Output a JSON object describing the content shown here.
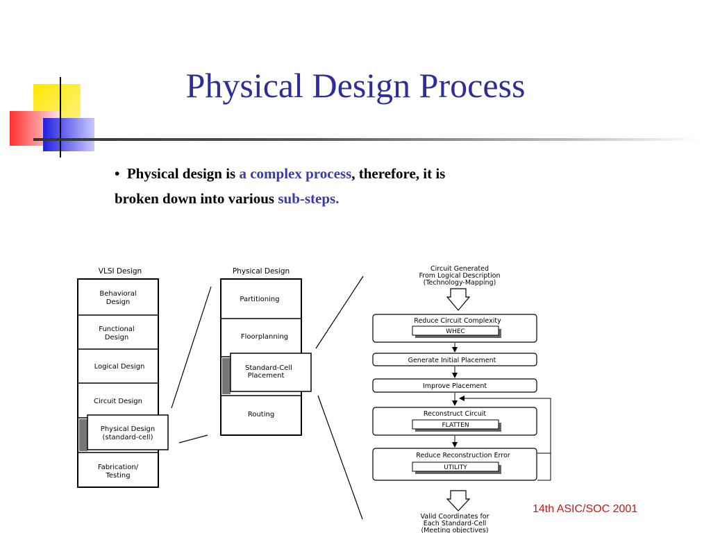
{
  "slide": {
    "title": "Physical Design Process",
    "bullet": {
      "marker": "•",
      "part1": "Physical design is ",
      "part2": "a complex process",
      "part3": ", therefore, it is",
      "part4": "broken down into various ",
      "part5": "sub-steps."
    },
    "footer": "14th ASIC/SOC 2001"
  },
  "diagram": {
    "vlsi": {
      "header": "VLSI Design",
      "steps": [
        [
          "Behavioral",
          "Design"
        ],
        [
          "Functional",
          "Design"
        ],
        [
          "Logical Design"
        ],
        [
          "Circuit Design"
        ],
        [
          "Physical Design",
          "(standard-cell)"
        ],
        [
          "Fabrication/",
          "Testing"
        ]
      ]
    },
    "physical": {
      "header": "Physical Design",
      "steps": [
        [
          "Partitioning"
        ],
        [
          "Floorplanning"
        ],
        [
          "Standard-Cell",
          "Placement"
        ],
        [
          "Routing"
        ]
      ]
    },
    "placement": {
      "input": [
        "Circuit Generated",
        "From Logical Description",
        "(Technology-Mapping)"
      ],
      "steps": [
        {
          "label": "Reduce Circuit Complexity",
          "tool": "WHEC"
        },
        {
          "label": "Generate Initial Placement"
        },
        {
          "label": "Improve Placement"
        },
        {
          "label": "Reconstruct Circuit",
          "tool": "FLATTEN"
        },
        {
          "label": "Reduce Reconstruction Error",
          "tool": "UTILITY"
        }
      ],
      "output": [
        "Valid Coordinates for",
        "Each Standard-Cell",
        "(Meeting objectives)"
      ]
    }
  }
}
